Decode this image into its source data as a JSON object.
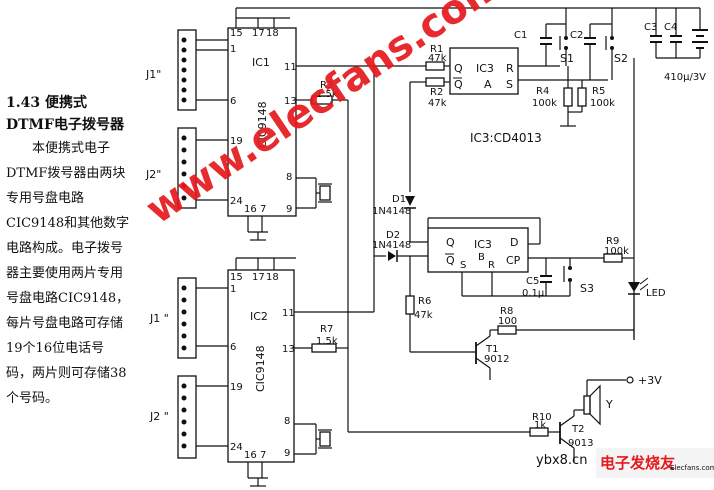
{
  "caption": {
    "heading": "1.43  便携式DTMF电子拨号器",
    "body": "本便携式电子DTMF拨号器由两块专用号盘电路CIC9148和其他数字电路构成。电子拨号器主要使用两片专用号盘电路CIC9148，每片号盘电路可存储19个16位电话号码，两片则可存储38个号码。"
  },
  "watermarks": {
    "main": "www.elecfans.com",
    "bottom": "ybx8.cn",
    "logo": "电子发烧友",
    "logo_small": "Elecfans.com"
  },
  "schematic": {
    "ic1": {
      "name": "IC1",
      "part": "CIC9148",
      "pins": {
        "p15": "15",
        "p17": "17",
        "p18": "18",
        "p1": "1",
        "p6": "6",
        "p19": "19",
        "p24": "24",
        "p16": "16",
        "p7": "7",
        "p11": "11",
        "p13": "13",
        "p8": "8",
        "p9": "9"
      }
    },
    "ic2": {
      "name": "IC2",
      "part": "CIC9148",
      "pins": {
        "p15": "15",
        "p17": "17",
        "p18": "18",
        "p1": "1",
        "p6": "6",
        "p19": "19",
        "p24": "24",
        "p16": "16",
        "p7": "7",
        "p11": "11",
        "p13": "13",
        "p8": "8",
        "p9": "9"
      }
    },
    "ic3a": {
      "name": "IC3",
      "section": "A",
      "q": "Q",
      "qbar": "Q",
      "s": "S",
      "r": "R"
    },
    "ic3b": {
      "name": "IC3",
      "section": "B",
      "q": "Q",
      "qbar": "Q",
      "s": "S",
      "r": "R",
      "d": "D",
      "cp": "CP"
    },
    "ic3_label": "IC3:CD4013",
    "connectors": {
      "j1_top": "J1\"",
      "j2_top": "J2\"",
      "j1_bot": "J1 \"",
      "j2_bot": "J2 \""
    },
    "resistors": {
      "r1": {
        "name": "R1",
        "value": "47k"
      },
      "r2": {
        "name": "R2",
        "value": "47k"
      },
      "r3": {
        "name": "R3",
        "value": "1.5k"
      },
      "r4": {
        "name": "R4",
        "value": "100k"
      },
      "r5": {
        "name": "R5",
        "value": "100k"
      },
      "r6": {
        "name": "R6",
        "value": "47k"
      },
      "r7": {
        "name": "R7",
        "value": "1.5k"
      },
      "r8": {
        "name": "R8",
        "value": "100"
      },
      "r9": {
        "name": "R9",
        "value": "100k"
      },
      "r10": {
        "name": "R10",
        "value": "1k"
      }
    },
    "capacitors": {
      "c1": {
        "name": "C1"
      },
      "c2": {
        "name": "C2"
      },
      "c3": {
        "name": "C3"
      },
      "c4": {
        "name": "C4"
      },
      "c34_value": "410μ/3V",
      "c5": {
        "name": "C5",
        "value": "0.1μ"
      }
    },
    "switches": {
      "s1": "S1",
      "s2": "S2",
      "s3": "S3"
    },
    "diodes": {
      "d1": {
        "name": "D1",
        "part": "1N4148"
      },
      "d2": {
        "name": "D2",
        "part": "1N4148"
      },
      "led": "LED"
    },
    "transistors": {
      "t1": {
        "name": "T1",
        "part": "9012"
      },
      "t2": {
        "name": "T2",
        "part": "9013"
      }
    },
    "speaker": "Y",
    "supply": "+3V"
  }
}
